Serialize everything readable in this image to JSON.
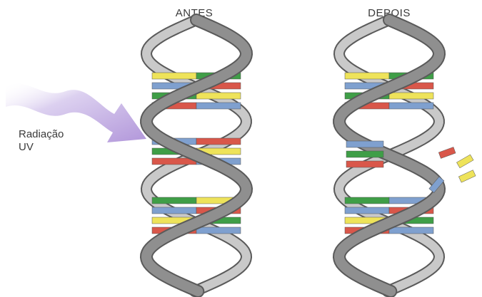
{
  "labels": {
    "before": "ANTES",
    "after": "DEPOIS",
    "radiation_line1": "Radiação",
    "radiation_line2": "UV"
  },
  "colors": {
    "backbone": "#8f8f8f",
    "backbone_dark": "#5a5a5a",
    "backbone_light": "#c9c9c9",
    "arrow": "#b8a0dc",
    "base_red": "#d9574a",
    "base_green": "#3f9e47",
    "base_yellow": "#eee35a",
    "base_blue": "#7fa0cf"
  },
  "strands": {
    "before": {
      "turns": [
        {
          "name": "turn-1",
          "rows": [
            [
              "yellow",
              "green"
            ],
            [
              "blue",
              "red"
            ],
            [
              "green",
              "yellow"
            ],
            [
              "red",
              "blue"
            ]
          ]
        },
        {
          "name": "turn-2",
          "rows": [
            [
              "blue",
              "red"
            ],
            [
              "green",
              "yellow"
            ],
            [
              "red",
              "blue"
            ]
          ]
        },
        {
          "name": "turn-3",
          "rows": [
            [
              "green",
              "yellow"
            ],
            [
              "blue",
              "red"
            ],
            [
              "yellow",
              "green"
            ],
            [
              "red",
              "blue"
            ]
          ]
        }
      ]
    },
    "after": {
      "turns": [
        {
          "name": "turn-1",
          "rows": [
            [
              "yellow",
              "green"
            ],
            [
              "blue",
              "red"
            ],
            [
              "green",
              "yellow"
            ],
            [
              "red",
              "blue"
            ]
          ]
        },
        {
          "name": "turn-3",
          "rows": [
            [
              "green",
              "blue"
            ],
            [
              "blue",
              "red"
            ],
            [
              "yellow",
              "green"
            ],
            [
              "red",
              "blue"
            ]
          ]
        }
      ],
      "damaged_bases": [
        "blue",
        "green",
        "red"
      ],
      "loose_bases": [
        "red",
        "yellow",
        "yellow",
        "blue"
      ]
    }
  }
}
